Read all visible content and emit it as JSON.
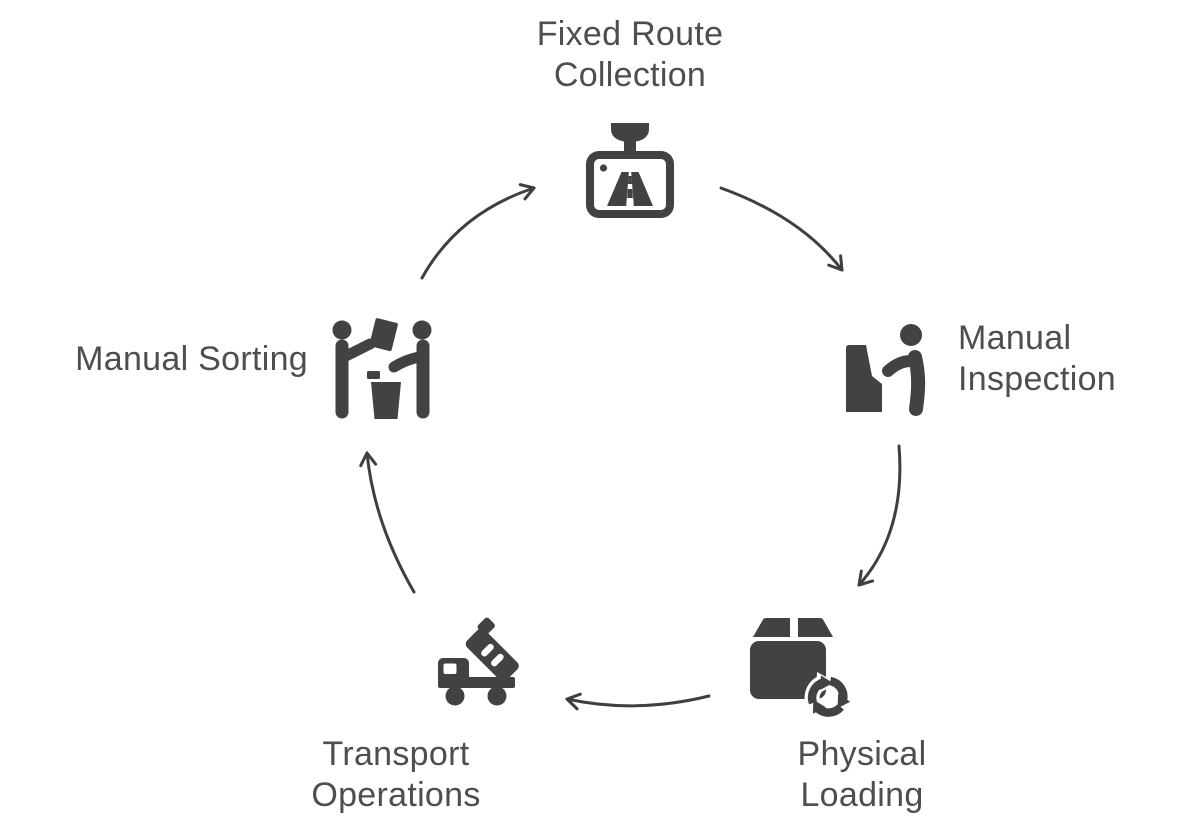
{
  "diagram": {
    "type": "cycle",
    "background_color": "#ffffff",
    "icon_color": "#424242",
    "arrow_color": "#3f3f3f",
    "text_color": "#4d4e50",
    "nodes": [
      {
        "id": "fixed-route-collection",
        "label": "Fixed Route\nCollection",
        "icon": "dashcam-icon",
        "position": "top"
      },
      {
        "id": "manual-inspection",
        "label": "Manual\nInspection",
        "icon": "person-inspecting-icon",
        "position": "right"
      },
      {
        "id": "physical-loading",
        "label": "Physical\nLoading",
        "icon": "package-recycle-icon",
        "position": "bottom-right"
      },
      {
        "id": "transport-operations",
        "label": "Transport\nOperations",
        "icon": "dump-truck-icon",
        "position": "bottom-left"
      },
      {
        "id": "manual-sorting",
        "label": "Manual Sorting",
        "icon": "people-sorting-icon",
        "position": "left"
      }
    ],
    "flow": [
      {
        "from": "fixed-route-collection",
        "to": "manual-inspection"
      },
      {
        "from": "manual-inspection",
        "to": "physical-loading"
      },
      {
        "from": "physical-loading",
        "to": "transport-operations"
      },
      {
        "from": "transport-operations",
        "to": "manual-sorting"
      },
      {
        "from": "manual-sorting",
        "to": "fixed-route-collection"
      }
    ]
  }
}
